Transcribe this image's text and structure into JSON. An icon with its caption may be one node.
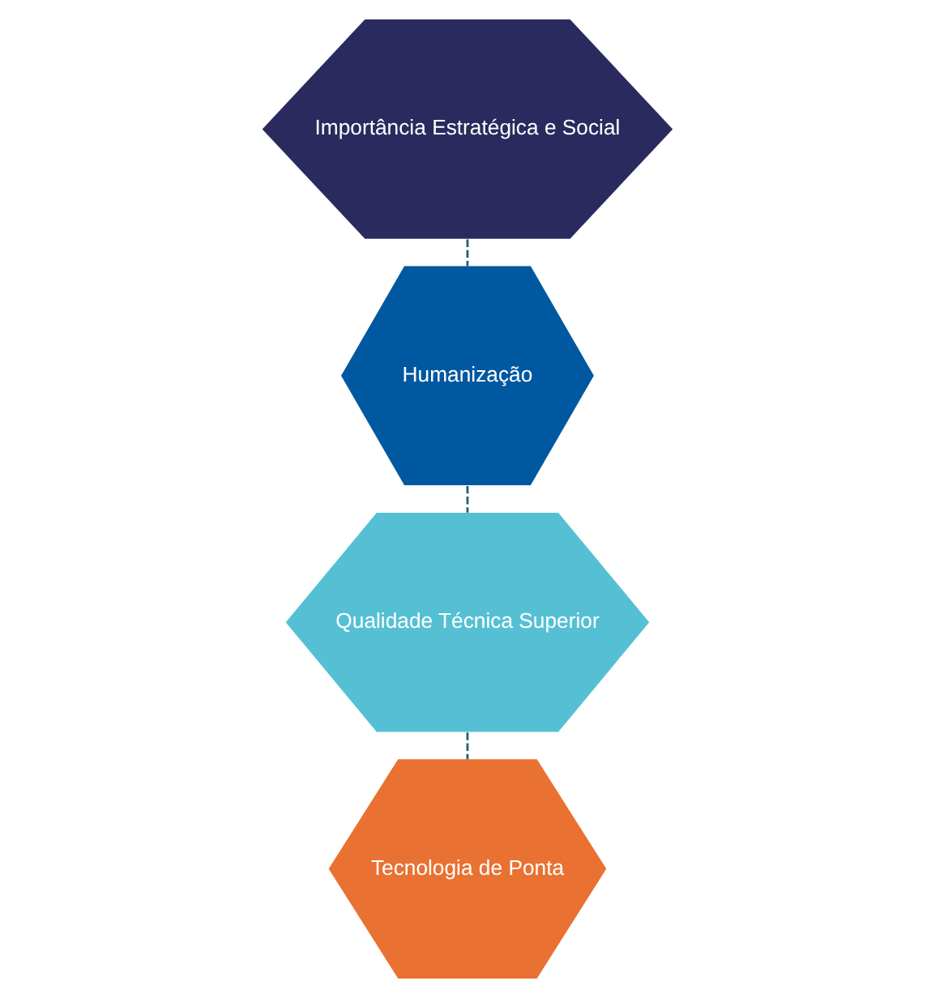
{
  "diagram": {
    "nodes": [
      {
        "text": [
          "Importância Estratégica e Social"
        ]
      },
      {
        "text": [
          "Humanização"
        ]
      },
      {
        "text": [
          "Qualidade Técnica Superior"
        ]
      },
      {
        "text": [
          "Tecnologia de Ponta"
        ]
      }
    ],
    "edges": [
      {
        "from": 0,
        "to": 1,
        "arrow": "none",
        "style": "dashed"
      },
      {
        "from": 1,
        "to": 2,
        "arrow": "none",
        "style": "dashed"
      },
      {
        "from": 2,
        "to": 3,
        "arrow": "none",
        "style": "dashed"
      }
    ]
  }
}
